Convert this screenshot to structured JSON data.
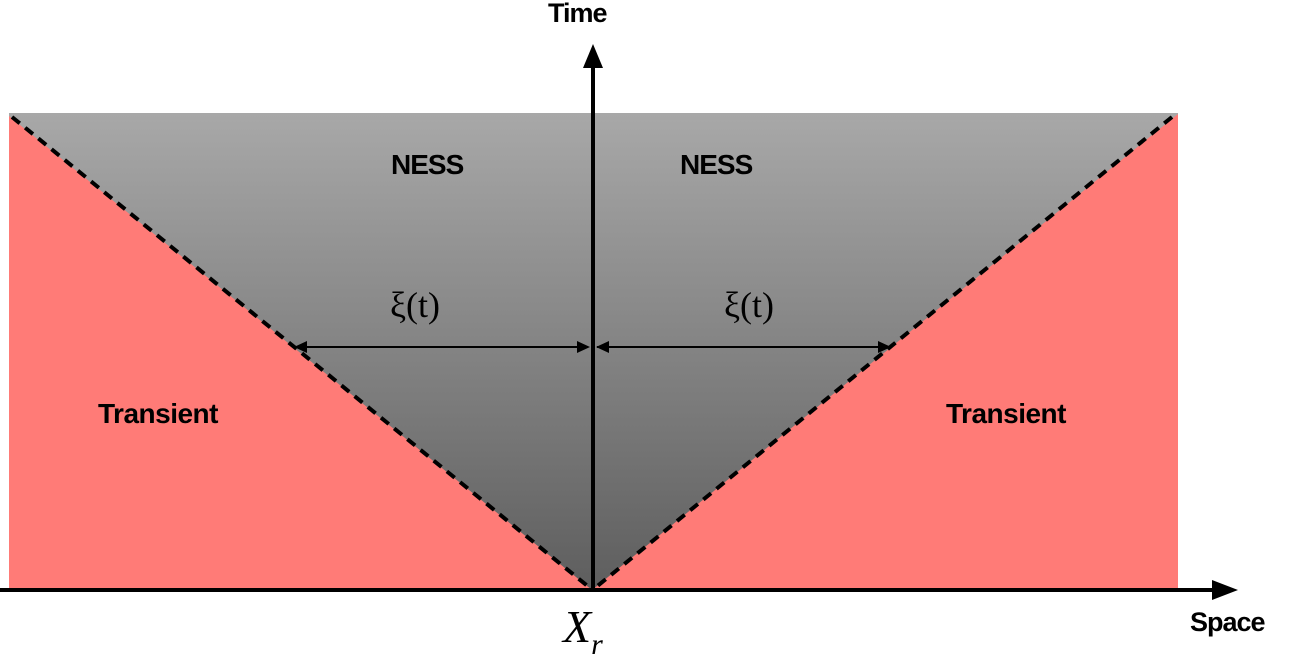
{
  "diagram": {
    "axes": {
      "y_label": "Time",
      "x_label": "Space",
      "origin_label": "X",
      "origin_subscript": "r"
    },
    "regions": {
      "ness_left": "NESS",
      "ness_right": "NESS",
      "transient_left": "Transient",
      "transient_right": "Transient"
    },
    "annotations": {
      "xi_left": "ξ(t)",
      "xi_right": "ξ(t)"
    },
    "colors": {
      "transient_fill": "#ff7b77",
      "ness_gradient_top": "#a8a8a8",
      "ness_gradient_bottom": "#5e5e5e",
      "axis": "#000000"
    }
  }
}
